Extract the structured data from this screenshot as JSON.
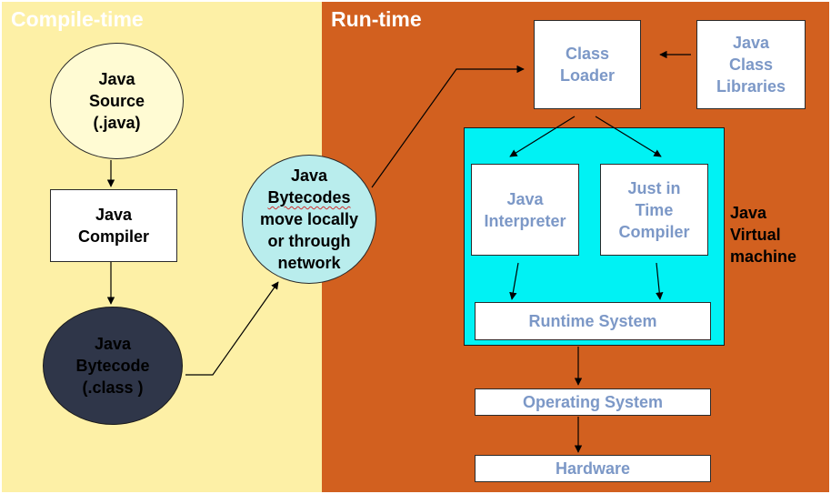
{
  "panels": {
    "compile_time": "Compile-time",
    "run_time": "Run-time"
  },
  "nodes": {
    "java_source": "Java\nSource\n(.java)",
    "java_compiler": "Java\nCompiler",
    "java_bytecode": "Java\nBytecode\n(.class )",
    "bytecodes_move_prefix": "Java",
    "bytecodes_move_word": "Bytecodes",
    "bytecodes_move_rest": "move locally\nor through\nnetwork",
    "class_loader": "Class\nLoader",
    "java_class_libraries": "Java\nClass\nLibraries",
    "java_interpreter": "Java\nInterpreter",
    "jit_compiler": "Just in\nTime\nCompiler",
    "runtime_system": "Runtime System",
    "operating_system": "Operating System",
    "hardware": "Hardware",
    "jvm_label": "Java\nVirtual\nmachine"
  },
  "colors": {
    "compile_bg": "#fdf0a6",
    "run_bg": "#d2601f",
    "jvm_bg": "#00f2f4",
    "bytecode_oval": "#2f3649",
    "network_oval": "#b9eded",
    "source_oval": "#fffbd3",
    "blue_text": "#7c98c7"
  }
}
